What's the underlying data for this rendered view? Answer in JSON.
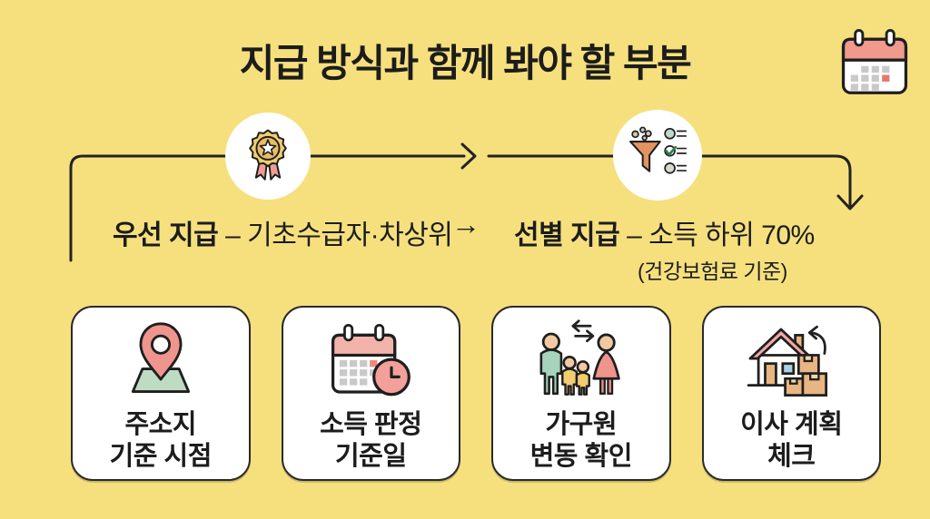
{
  "palette": {
    "background": "#F6E07E",
    "ink": "#1F1F1F",
    "card_background": "#FFFFFF",
    "salmon": "#F0978E",
    "pink_light": "#F2B3AA",
    "mint_green": "#BEDBC3",
    "teal": "#A5D3BC",
    "badge_yellow": "#F0CE6E",
    "badge_deep_yellow": "#E9BC62",
    "funnel_orange": "#E2945F",
    "box_tan": "#E9B582",
    "skin_tan": "#F2C9A2",
    "window_blue": "#A9D2E3",
    "calendar_gray": "#C9C9C9",
    "check_green": "#2F7D4F"
  },
  "header": {
    "title": "지급 방식과 함께 봐야 할 부분",
    "corner_icon": "calendar-icon"
  },
  "flow": {
    "step1": {
      "icon": "medal-icon",
      "label_bold": "우선 지급",
      "label_rest": " – 기초수급자·차상위"
    },
    "arrow_label": "→",
    "step2": {
      "icon": "funnel-checklist-icon",
      "label_bold": "선별 지급",
      "label_rest": " – 소득 하위 70%",
      "sub_label": "(건강보험료 기준)"
    }
  },
  "cards": [
    {
      "icon": "map-pin-icon",
      "line1": "주소지",
      "line2": "기준 시점"
    },
    {
      "icon": "calendar-clock-icon",
      "line1": "소득 판정",
      "line2": "기준일"
    },
    {
      "icon": "family-change-icon",
      "line1": "가구원",
      "line2": "변동 확인"
    },
    {
      "icon": "moving-house-icon",
      "line1": "이사 계획",
      "line2": "체크"
    }
  ]
}
